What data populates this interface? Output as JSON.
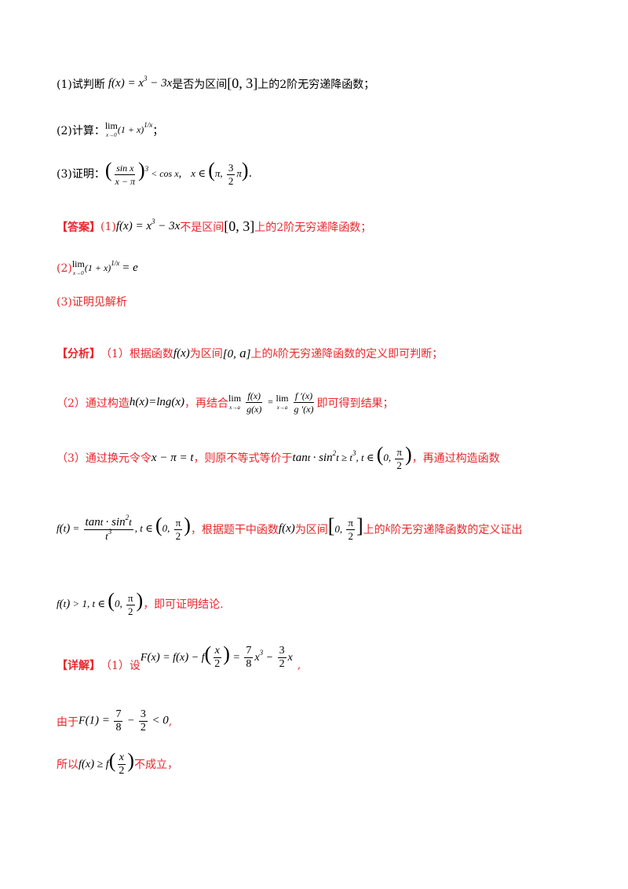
{
  "q1": {
    "prefix": "(1)试判断",
    "middle": "是否为区间",
    "suffix": "上的2阶无穷递降函数；"
  },
  "q2": {
    "prefix": "(2)计算：",
    "suffix": "；"
  },
  "q3": {
    "prefix": "(3)证明：",
    "suffix": "."
  },
  "answer": {
    "label": "【答案】",
    "part1_prefix": "(1)",
    "part1_middle": "不是区间",
    "part1_suffix": "上的2阶无穷递降函数；",
    "part2_prefix": "(2)",
    "part3": "(3)证明见解析"
  },
  "analysis": {
    "label": "【分析】",
    "s1_a": "（1）根据函数",
    "s1_b": "为区间",
    "s1_c": "上的",
    "s1_d": "k",
    "s1_e": "阶无穷递降函数的定义即可判断；",
    "s2_a": "（2）通过构造",
    "s2_b": "，再结合",
    "s2_c": "即可得到结果；",
    "s3_a": "（3）通过换元令令",
    "s3_b": "，则原不等式等价于",
    "s3_c": "，再通过构造函数",
    "s4_a": "，根据题干中函数",
    "s4_b": "为区间",
    "s4_c": "上的",
    "s4_d": "k",
    "s4_e": "阶无穷递降函数的定义证出",
    "s5": "，即可证明结论."
  },
  "detail": {
    "label": "【详解】",
    "s1": "（1）设",
    "s2_a": "由于",
    "s3_a": "所以",
    "s3_b": "不成立，"
  }
}
